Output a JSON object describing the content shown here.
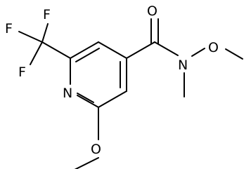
{
  "molecule": {
    "atoms": {
      "fluorine_1": "F",
      "fluorine_2": "F",
      "fluorine_3": "F",
      "ring_nitrogen": "N",
      "methoxy_oxygen_ring": "O",
      "carbonyl_oxygen": "O",
      "amide_nitrogen": "N",
      "n_methoxy_oxygen": "O"
    }
  }
}
